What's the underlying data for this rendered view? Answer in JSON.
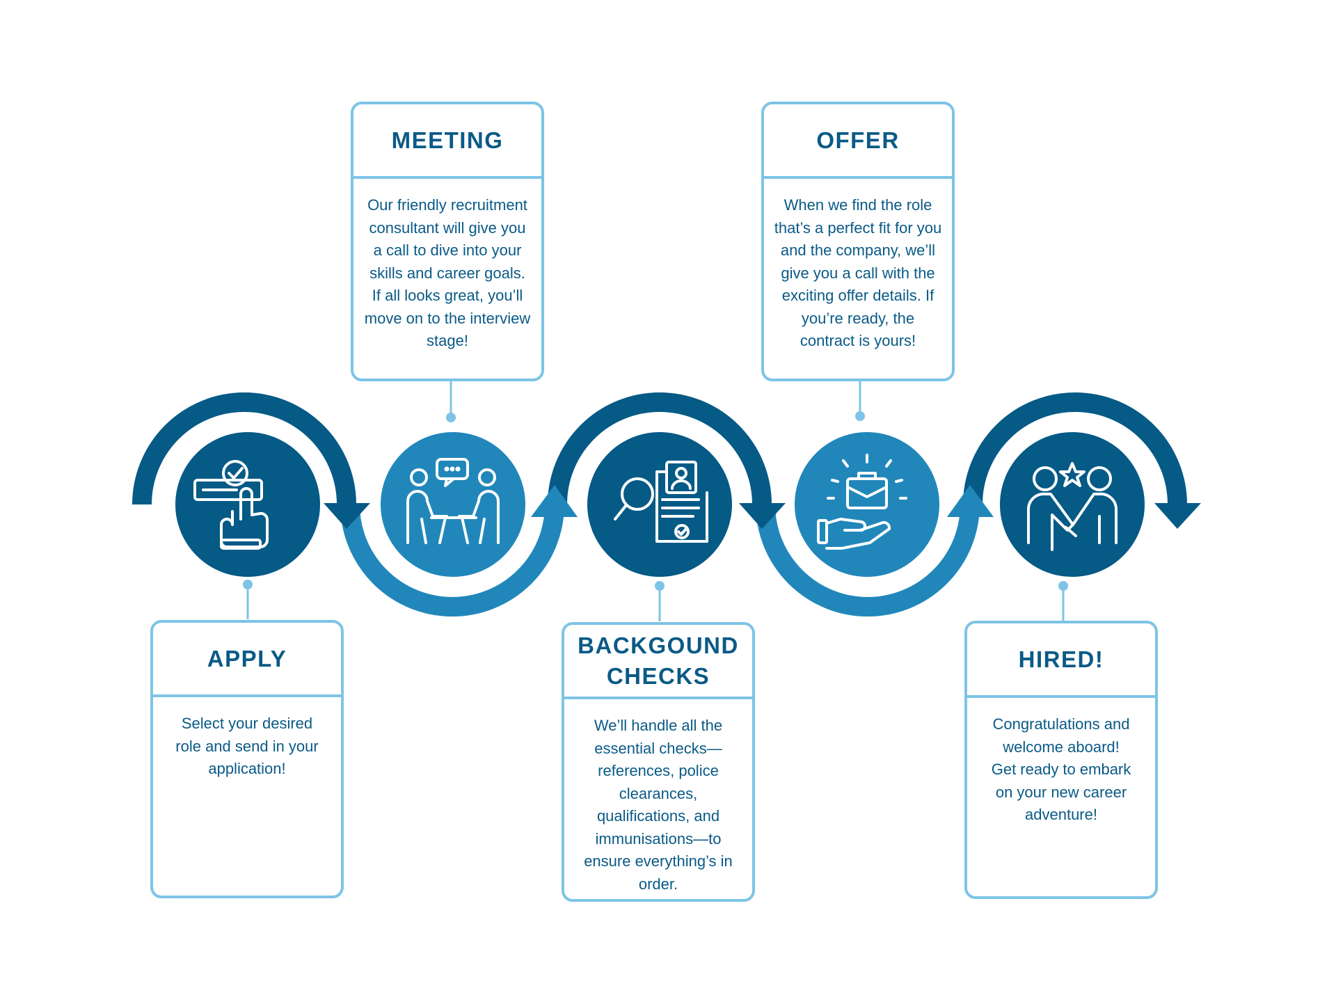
{
  "colors": {
    "dark": "#055a86",
    "medium": "#2187ba",
    "light": "#7dc4e6",
    "text": "#0a5a86"
  },
  "steps": [
    {
      "title": "APPLY",
      "body": "Select your desired role and send in your application!",
      "icon": "touch-apply-icon"
    },
    {
      "title": "MEETING",
      "body": "Our friendly recruitment consultant will give you a call to dive into your skills and career goals. If all looks great, you’ll move on to the interview stage!",
      "icon": "meeting-icon"
    },
    {
      "title": "BACKGOUND CHECKS",
      "body": "We’ll handle all the essential checks—references, police clearances, qualifications, and immunisations—to ensure everything’s in order.",
      "icon": "document-search-icon"
    },
    {
      "title": "OFFER",
      "body": "When we find the role that’s a perfect fit for you and the company, we’ll give you a call with the exciting offer details. If you’re ready, the contract is yours!",
      "icon": "job-offer-icon"
    },
    {
      "title": "HIRED!",
      "body": "Congratulations and welcome aboard! Get ready to embark on your new career adventure!",
      "icon": "handshake-icon"
    }
  ]
}
